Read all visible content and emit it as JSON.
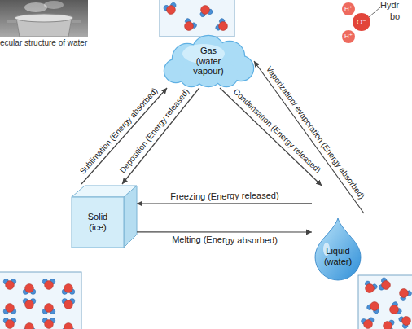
{
  "diagram": {
    "nodes": [
      {
        "text": [
          "Gas (water vapour)"
        ]
      },
      {
        "text": [
          "Solid (ice)"
        ]
      },
      {
        "text": [
          "Liquid (water)"
        ]
      },
      {
        "text": [
          "H⁺"
        ]
      },
      {
        "text": [
          "O⁻"
        ]
      },
      {
        "text": [
          "H⁺"
        ]
      }
    ],
    "edges": [
      {
        "from": 1,
        "to": 0,
        "arrow": "to",
        "label": "Sublimation (Energy absorbed)"
      },
      {
        "from": 0,
        "to": 1,
        "arrow": "to",
        "label": "Deposition (Energy released)"
      },
      {
        "from": 0,
        "to": 2,
        "arrow": "to",
        "label": "Condensation (Energy released)"
      },
      {
        "from": 2,
        "to": 0,
        "arrow": "to",
        "label": "Vaporization/ evaporation (Energy absorbed)"
      },
      {
        "from": 2,
        "to": 1,
        "arrow": "to",
        "label": "Freezing (Energy released)"
      },
      {
        "from": 1,
        "to": 2,
        "arrow": "to",
        "label": "Melting (Energy absorbed)"
      }
    ],
    "labels": [
      "Hydr",
      "bo",
      "ecular structure of water"
    ]
  }
}
